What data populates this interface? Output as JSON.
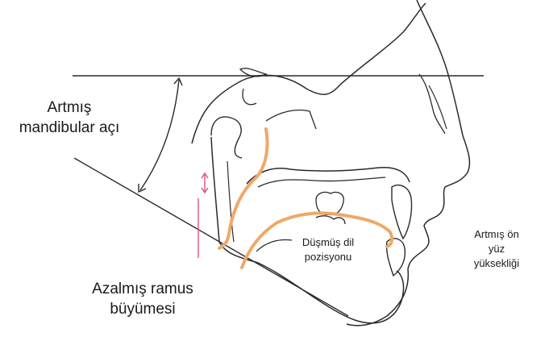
{
  "labels": {
    "mandibular_angle_line1": "Artmış",
    "mandibular_angle_line2": "mandibular açı",
    "ramus_line1": "Azalmış ramus",
    "ramus_line2": "büyümesi",
    "tongue_line1": "Düşmüş dil",
    "tongue_line2": "pozisyonu",
    "face_line1": "Artmış ön",
    "face_line2": "yüz",
    "face_line3": "yüksekliği"
  },
  "colors": {
    "outline": "#2a2a2a",
    "highlight": "#f0a868",
    "marker": "#e0507a"
  }
}
